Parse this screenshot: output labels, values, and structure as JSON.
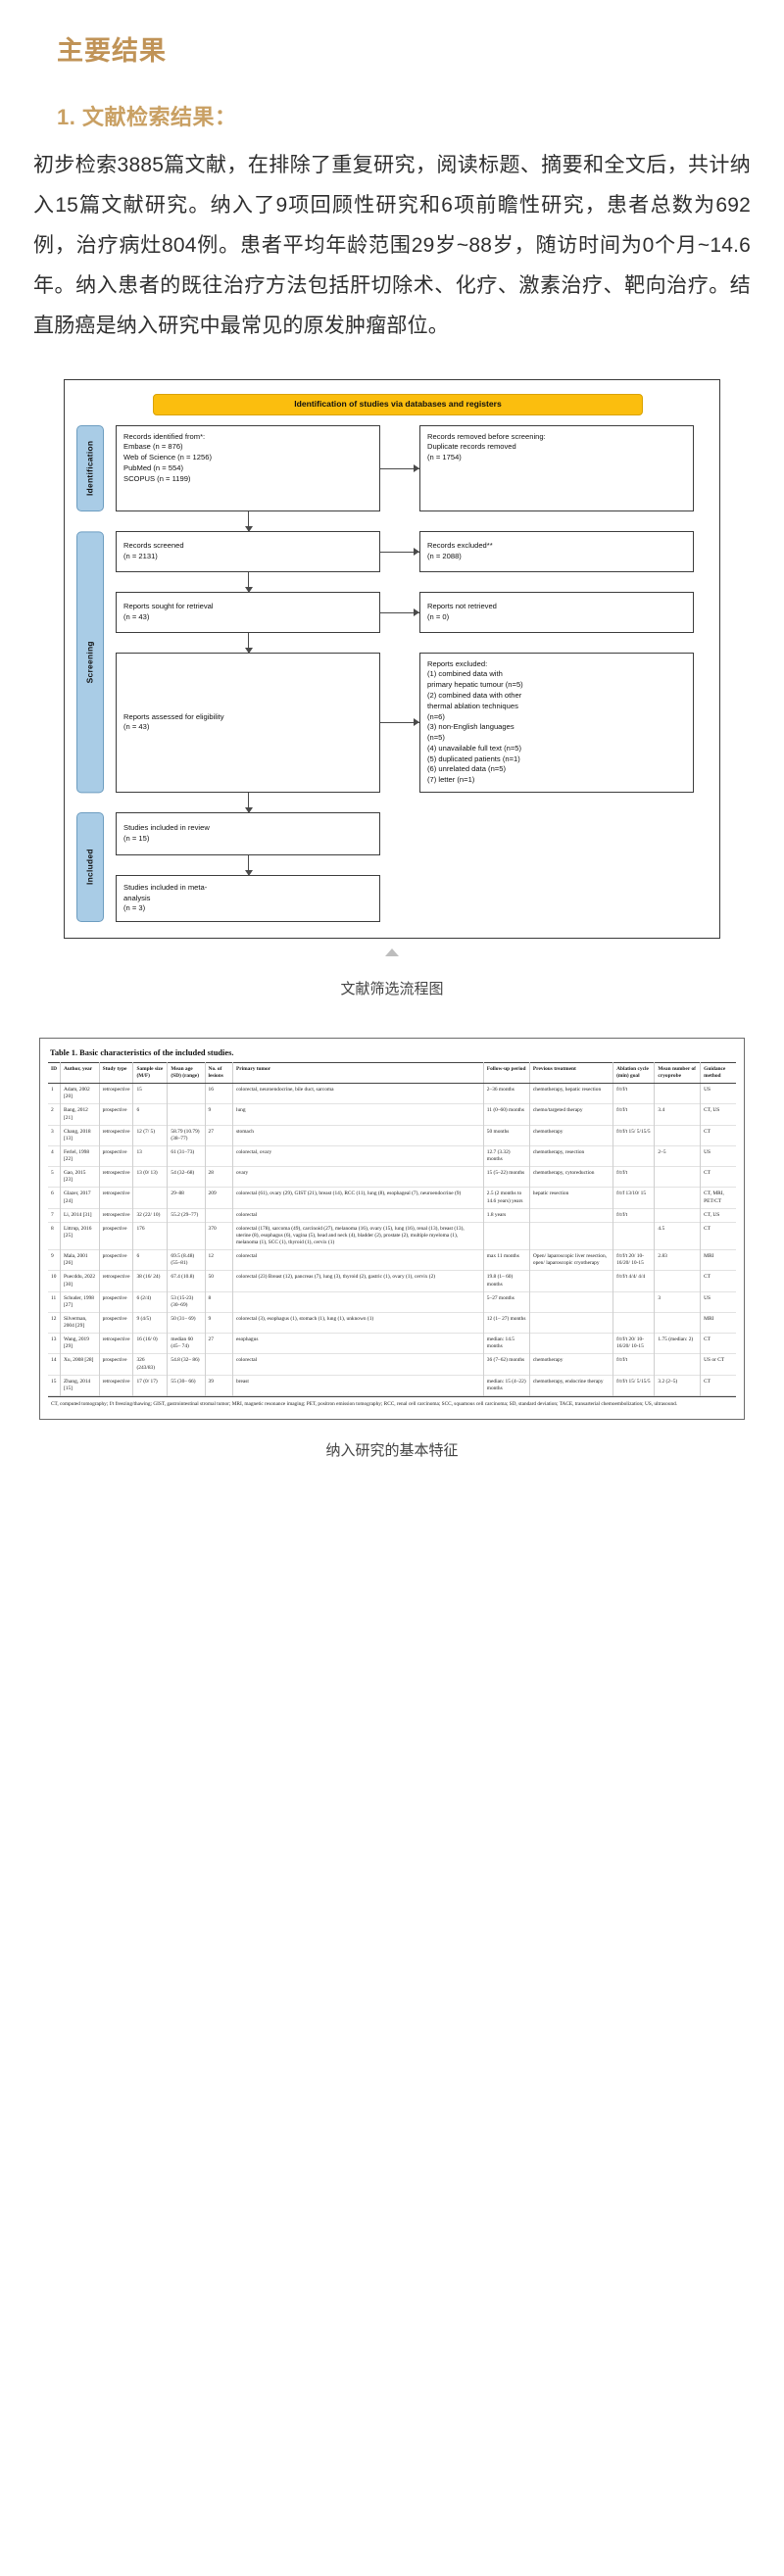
{
  "article": {
    "main_heading": "主要结果",
    "sub_heading": "1. 文献检索结果：",
    "paragraph": "初步检索3885篇文献，在排除了重复研究，阅读标题、摘要和全文后，共计纳入15篇文献研究。纳入了9项回顾性研究和6项前瞻性研究，患者总数为692例，治疗病灶804例。患者平均年龄范围29岁~88岁，随访时间为0个月~14.6年。纳入患者的既往治疗方法包括肝切除术、化疗、激素治疗、靶向治疗。结直肠癌是纳入研究中最常见的原发肿瘤部位。"
  },
  "colors": {
    "heading_gold": "#c09357",
    "subheading_gold": "#c9a063",
    "prisma_banner": "#fbbe0e",
    "prisma_phase": "#a9cce6"
  },
  "prisma": {
    "banner": "Identification of studies via databases and registers",
    "phases": {
      "identification": "Identification",
      "screening": "Screening",
      "included": "Included"
    },
    "boxes": {
      "records_identified": "Records identified from*:\n     Embase (n = 876)\n     Web of Science (n = 1256)\n     PubMed (n = 554)\n     SCOPUS (n = 1199)",
      "records_removed": "Records removed before screening:\n     Duplicate records removed\n     (n = 1754)",
      "records_screened": "Records screened\n(n = 2131)",
      "records_excluded": "Records excluded**\n(n = 2088)",
      "reports_sought": "Reports sought for retrieval\n(n = 43)",
      "reports_not_retrieved": "Reports not retrieved\n(n = 0)",
      "reports_assessed": "Reports assessed for eligibility\n(n = 43)",
      "reports_excluded": "Reports excluded:\n     (1) combined data with\nprimary hepatic tumour (n=5)\n     (2) combined data with other\nthermal ablation techniques\n(n=6)\n     (3) non-English languages\n(n=5)\n     (4) unavailable full text (n=5)\n     (5) duplicated patients (n=1)\n     (6) unrelated data (n=5)\n     (7) letter (n=1)",
      "studies_included_review": "Studies included in review\n(n = 15)",
      "studies_included_meta": "Studies included in meta-\nanalysis\n(n = 3)"
    },
    "caption": "文献筛选流程图"
  },
  "table": {
    "title": "Table 1.  Basic characteristics of the included studies.",
    "caption": "纳入研究的基本特征",
    "headers": [
      "ID",
      "Author, year",
      "Study type",
      "Sample size (M/F)",
      "Mean age (SD) (range)",
      "No. of lesions",
      "Primary tumor",
      "Follow-up period",
      "Previous treatment",
      "Ablation cycle (min) goal",
      "Mean number of cryoprobe",
      "Guidance method"
    ],
    "rows": [
      [
        "1",
        "Adam, 2002 [20]",
        "retrospective",
        "15",
        "",
        "16",
        "colorectal, neuroendocrine, bile duct, sarcoma",
        "2–36 months",
        "chemotherapy, hepatic resection",
        "f/t/f/t",
        "",
        "US"
      ],
      [
        "2",
        "Bang, 2012 [21]",
        "prospective",
        "6",
        "",
        "9",
        "lung",
        "11 (0–60) months",
        "chemo/targeted therapy",
        "f/t/f/t",
        "3.4",
        "CT, US"
      ],
      [
        "3",
        "Chang, 2018 [13]",
        "retrospective",
        "12 (7/ 5)",
        "58.79 (10.79) (38–77)",
        "27",
        "stomach",
        "50 months",
        "chemotherapy",
        "f/t/f/t 15/ 5/15/5",
        "",
        "CT"
      ],
      [
        "4",
        "Ferlel, 1998 [22]",
        "prospective",
        "13",
        "61 (31–73)",
        "",
        "colorectal, ovary",
        "12.7 (3.32) months",
        "chemotherapy, resection",
        "",
        "2–5",
        "US"
      ],
      [
        "5",
        "Gao, 2015 [23]",
        "retrospective",
        "13 (0/ 13)",
        "54 (32–68)",
        "28",
        "ovary",
        "15 (5–22) months",
        "chemotherapy, cytoreduction",
        "f/t/f/t",
        "",
        "CT"
      ],
      [
        "6",
        "Glazer, 2017 [24]",
        "retrospective",
        "",
        "29–88",
        "209",
        "colorectal (61), ovary (29), GIST (21), breast (14), RCC (11), lung (8), esophageal (7), neuroendocrine (9)",
        "2.5 (2 months to 14.6 years) years",
        "hepatic resection",
        "f/t/f 13/10/ 15",
        "",
        "CT, MRI, PET/CT"
      ],
      [
        "7",
        "Li, 2014 [31]",
        "retrospective",
        "32 (22/ 10)",
        "55.2 (29–77)",
        "",
        "colorectal",
        "1.8 years",
        "",
        "f/t/f/t",
        "",
        "CT, US"
      ],
      [
        "8",
        "Littrup, 2016 [25]",
        "prospective",
        "176",
        "",
        "370",
        "colorectal (178), sarcoma (49), carcinoid (27), melanoma (16), ovary (15), lung (16), renal (13), breast (13), uterine (8), esophagus (6), vagina (5), head and neck (4), bladder (2), prostate (2), multiple myeloma (1), melanoma (1), SCC (1), thyroid (1), cervix (1)",
        "",
        "",
        "",
        "4.5",
        "CT"
      ],
      [
        "9",
        "Mala, 2001 [26]",
        "prospective",
        "6",
        "69.5 (8.48) (55–81)",
        "12",
        "colorectal",
        "max 11 months",
        "Open/ laparoscopic liver resection, open/ laparoscopic cryotherapy",
        "f/t/f/t 20/ 10-16/20/ 10-15",
        "2.83",
        "MRI"
      ],
      [
        "10",
        "Puecddu, 2022 [30]",
        "retrospective",
        "38 (16/ 24)",
        "67.4 (10.8)",
        "50",
        "colorectal (23) Breast (12), pancreas (7), lung (3), thyroid (2), gastric (1), ovary (1), cervix (2)",
        "19.8 (1– 60) months",
        "",
        "f/t/f/t 4/4/ 4/4",
        "",
        "CT"
      ],
      [
        "11",
        "Schuder, 1998 [27]",
        "prospective",
        "6 (2/4)",
        "53 (15-23) (30–69)",
        "8",
        "",
        "5–27 months",
        "",
        "",
        "3",
        "US"
      ],
      [
        "12",
        "Silverman, 2004 [29]",
        "prospective",
        "9 (4/5)",
        "50 (31– 69)",
        "9",
        "colorectal (3), esophagus (1), stomach (1), lung (1), unknown (1)",
        "12 (1– 27) months",
        "",
        "",
        "",
        "MRI"
      ],
      [
        "13",
        "Wang, 2019 [29]",
        "retrospective",
        "16 (16/ 0)",
        "median 60 (45– 74)",
        "27",
        "esophagus",
        "median: 14.5 months",
        "",
        "f/t/f/t 20/ 10-16/20/ 10-15",
        "1.75 (median: 2)",
        "CT"
      ],
      [
        "14",
        "Xu, 2008 [28]",
        "prospective",
        "326 (243/83)",
        "54.8 (32– 86)",
        "",
        "colorectal",
        "36 (7–62) months",
        "chemotherapy",
        "f/t/f/t",
        "",
        "US or CT"
      ],
      [
        "15",
        "Zhang, 2014 [15]",
        "retrospective",
        "17 (0/ 17)",
        "55 (30– 66)",
        "39",
        "breast",
        "median: 15 (4–22) months",
        "chemotherapy, endocrine therapy",
        "f/t/f/t 15/ 5/15/5",
        "3.2 (2–5)",
        "CT"
      ]
    ],
    "footnote": "CT, computed tomography; f/t freezing/thawing; GIST, gastrointestinal stromal tumor; MRI, magnetic resonance imaging; PET, positron emission tomography; RCC, renal cell carcinoma; SCC, squamous cell carcinoma; SD, standard deviation; TACE, transarterial chemoembolization; US, ultrasound."
  }
}
